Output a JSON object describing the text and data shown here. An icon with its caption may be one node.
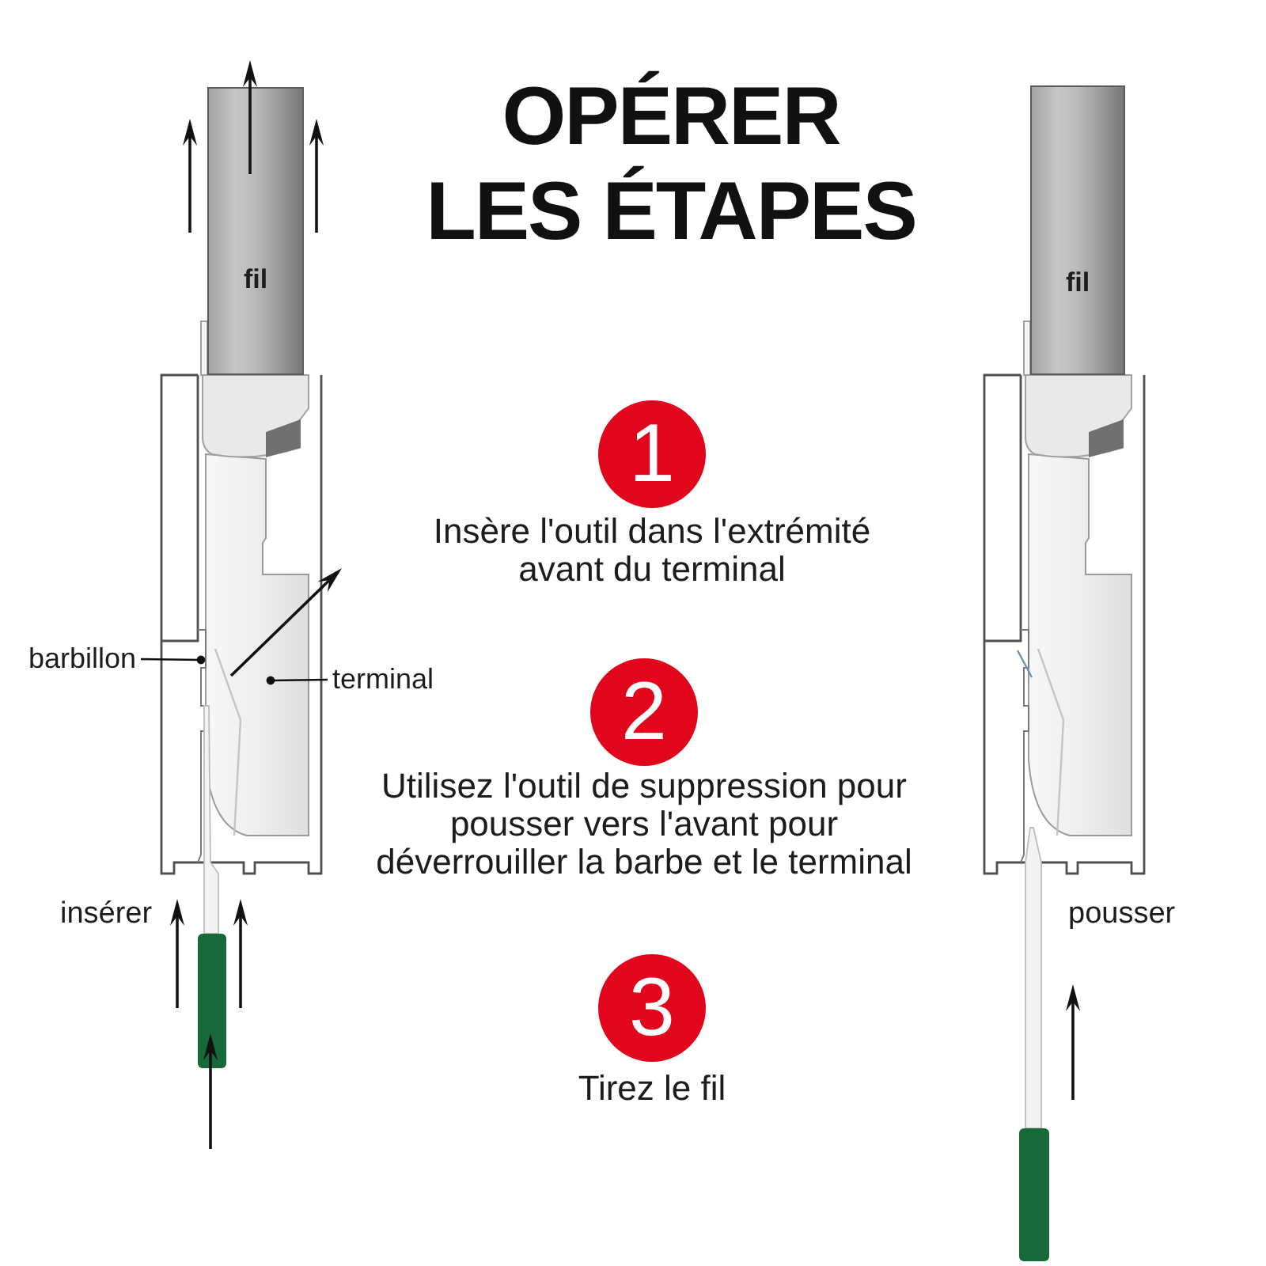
{
  "diagram": {
    "title": "OPÉRER LES ÉTAPES",
    "nodes": [
      {
        "text": [
          "fil"
        ]
      },
      {
        "text": [
          "fil"
        ]
      },
      {
        "text": [
          "1"
        ],
        "beside": [
          "Insère l'outil dans l'extrémité avant du terminal"
        ]
      },
      {
        "text": [
          "barbillon"
        ]
      },
      {
        "text": [
          "terminal"
        ]
      },
      {
        "text": [
          "2"
        ],
        "beside": [
          "Utilisez l'outil de suppression pour pousser vers l'avant pour déverrouiller la barbe et le terminal"
        ]
      },
      {
        "text": [
          "3"
        ],
        "beside": [
          "Tirez le fil"
        ]
      }
    ],
    "edges": [
      {
        "from": 3,
        "to": null,
        "arrow": "other"
      },
      {
        "from": 4,
        "to": null,
        "arrow": "other"
      }
    ],
    "labels": [
      "insérer",
      "pousser"
    ]
  }
}
